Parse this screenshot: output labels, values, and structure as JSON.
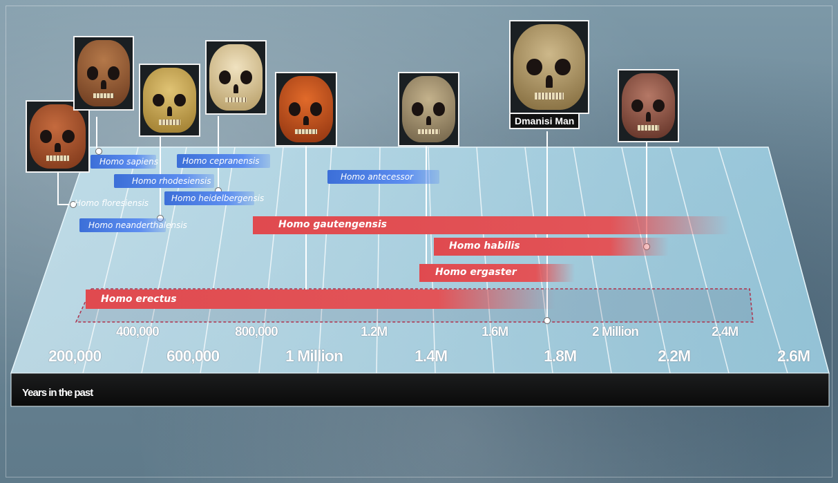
{
  "axis": {
    "label": "Years in the past",
    "ticks_back": [
      "400,000",
      "800,000",
      "1.2M",
      "1.6M",
      "2 Million",
      "2.4M"
    ],
    "ticks_front": [
      "200,000",
      "600,000",
      "1 Million",
      "1.4M",
      "1.8M",
      "2.2M",
      "2.6M"
    ]
  },
  "species": {
    "sapiens": "Homo sapiens",
    "cepranensis": "Homo cepranensis",
    "rhodesiensis": "Homo rhodesiensis",
    "floresiensis": "Homo floresiensis",
    "heidelbergensis": "Homo heidelbergensis",
    "neanderthalensis": "Homo neanderthalensis",
    "antecessor": "Homo antecessor",
    "gautengensis": "Homo gautengensis",
    "habilis": "Homo habilis",
    "ergaster": "Homo ergaster",
    "erectus": "Homo erectus"
  },
  "callout": {
    "dmanisi": "Dmanisi Man"
  },
  "colors": {
    "blue_bar": "#4a7fe6",
    "red_bar": "#e04a4f",
    "platform": "#b7dcec",
    "platform_front": "#111111"
  }
}
